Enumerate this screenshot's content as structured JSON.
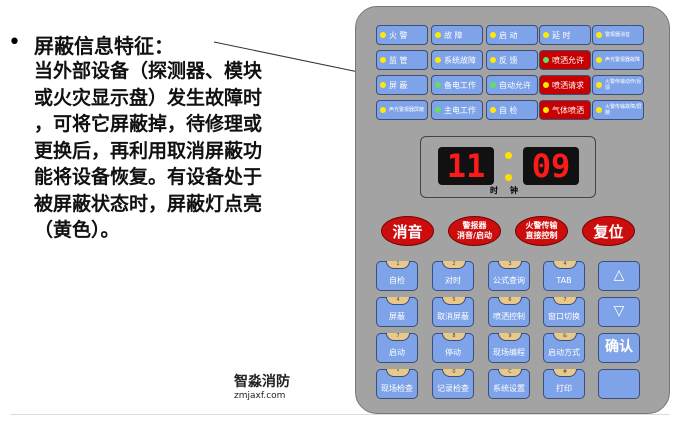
{
  "bullet": "•",
  "title": "屏蔽信息特征：",
  "body_lines": [
    "当外部设备（探测器、模块",
    "或火灾显示盘）发生故障时",
    "，可将它屏蔽掉，待修理或",
    "更换后，再利用取消屏蔽功",
    "能将设备恢复。有设备处于",
    "被屏蔽状态时，屏蔽灯点亮",
    "（黄色）。"
  ],
  "indicators": [
    [
      {
        "label": "火 警",
        "led": "yellow"
      },
      {
        "label": "故 障",
        "led": "yellow"
      },
      {
        "label": "启 动",
        "led": "yellow"
      },
      {
        "label": "延 时",
        "led": "yellow"
      },
      {
        "label": "警报器消音",
        "led": "yellow",
        "small": true
      }
    ],
    [
      {
        "label": "监 管",
        "led": "yellow"
      },
      {
        "label": "系统故障",
        "led": "yellow"
      },
      {
        "label": "反 馈",
        "led": "yellow"
      },
      {
        "label": "喷洒允许",
        "led": "green",
        "red": true
      },
      {
        "label": "声光警报器故障",
        "led": "yellow",
        "small": true
      }
    ],
    [
      {
        "label": "屏 蔽",
        "led": "yellow"
      },
      {
        "label": "备电工作",
        "led": "green"
      },
      {
        "label": "自动允许",
        "led": "green"
      },
      {
        "label": "喷洒请求",
        "led": "yellow",
        "red": true
      },
      {
        "label": "火警传输动作/反馈",
        "led": "yellow",
        "small": true
      }
    ],
    [
      {
        "label": "声光警报器屏蔽",
        "led": "yellow",
        "small": true
      },
      {
        "label": "主电工作",
        "led": "green"
      },
      {
        "label": "自 检",
        "led": "yellow"
      },
      {
        "label": "气体喷洒",
        "led": "yellow",
        "red": true
      },
      {
        "label": "火警传输故障/屏蔽",
        "led": "yellow",
        "small": true
      }
    ]
  ],
  "display": {
    "hours": "11",
    "minutes": "09",
    "label": "时钟"
  },
  "red_buttons": [
    {
      "lines": [
        "消音"
      ]
    },
    {
      "lines": [
        "警报器",
        "消音/启动"
      ]
    },
    {
      "lines": [
        "火警传输",
        "直接控制"
      ]
    },
    {
      "lines": [
        "复位"
      ]
    }
  ],
  "keys": [
    [
      {
        "num": "1",
        "label": "自检"
      },
      {
        "num": "2",
        "label": "对时"
      },
      {
        "num": "3",
        "label": "公式查询"
      },
      {
        "num": "4",
        "label": "TAB"
      }
    ],
    [
      {
        "num": "4",
        "label": "屏蔽"
      },
      {
        "num": "5",
        "label": "取消屏蔽"
      },
      {
        "num": "6",
        "label": "喷洒控制"
      },
      {
        "num": "7",
        "label": "窗口切换"
      }
    ],
    [
      {
        "num": "7",
        "label": "启动"
      },
      {
        "num": "8",
        "label": "停动"
      },
      {
        "num": "9",
        "label": "现场编程"
      },
      {
        "num": "&",
        "label": "启动方式"
      }
    ],
    [
      {
        "num": "*",
        "label": "现场检查"
      },
      {
        "num": "0",
        "label": "记录检查"
      },
      {
        "num": "C",
        "label": "系统设置"
      },
      {
        "num": "#",
        "label": "打印"
      }
    ]
  ],
  "side_keys": [
    {
      "label": "△",
      "icon": "up-arrow-icon"
    },
    {
      "label": "▽",
      "icon": "down-arrow-icon"
    },
    {
      "label": "确认",
      "icon": ""
    },
    {
      "label": "",
      "icon": ""
    }
  ],
  "watermark": {
    "name": "智淼消防",
    "url": "zmjaxf.com"
  }
}
